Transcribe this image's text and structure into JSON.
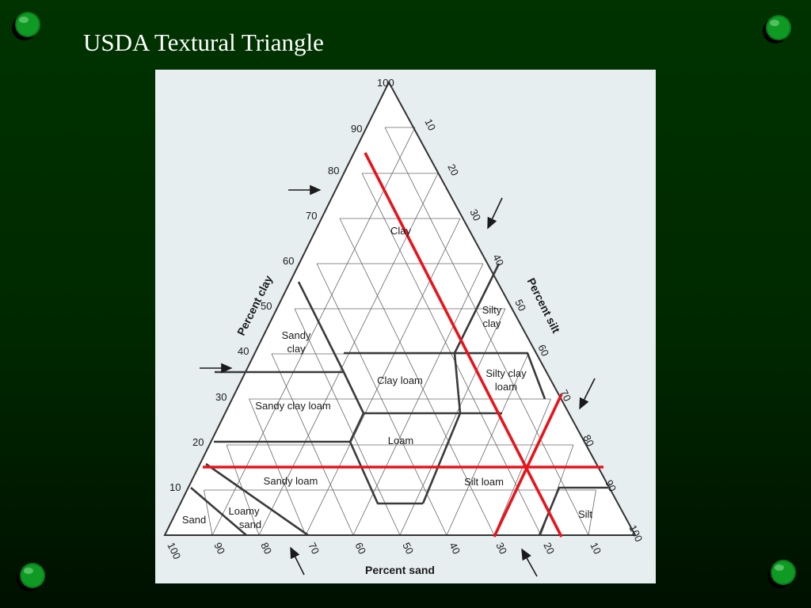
{
  "slide": {
    "title": "USDA Textural Triangle"
  },
  "diagram": {
    "axes": {
      "clay": "Percent clay",
      "silt": "Percent silt",
      "sand": "Percent sand"
    },
    "ticks": {
      "clay": [
        "10",
        "20",
        "30",
        "40",
        "50",
        "60",
        "70",
        "80",
        "90",
        "100"
      ],
      "silt": [
        "10",
        "20",
        "30",
        "40",
        "50",
        "60",
        "70",
        "80",
        "90",
        "100"
      ],
      "sand": [
        "100",
        "90",
        "80",
        "70",
        "60",
        "50",
        "40",
        "30",
        "20",
        "10"
      ]
    },
    "regions": {
      "clay": "Clay",
      "silty_clay": [
        "Silty",
        "clay"
      ],
      "sandy_clay": [
        "Sandy",
        "clay"
      ],
      "clay_loam": "Clay loam",
      "silty_clay_loam": [
        "Silty clay",
        "loam"
      ],
      "sandy_clay_loam": "Sandy clay loam",
      "loam": "Loam",
      "sandy_loam": "Sandy loam",
      "silt_loam": "Silt loam",
      "sand": "Sand",
      "loamy_sand": [
        "Loamy",
        "sand"
      ],
      "silt": "Silt"
    },
    "colors": {
      "grid": "#555555",
      "boundary": "#333333",
      "highlight": "#e8141c",
      "panel": "#e6eef0"
    }
  }
}
